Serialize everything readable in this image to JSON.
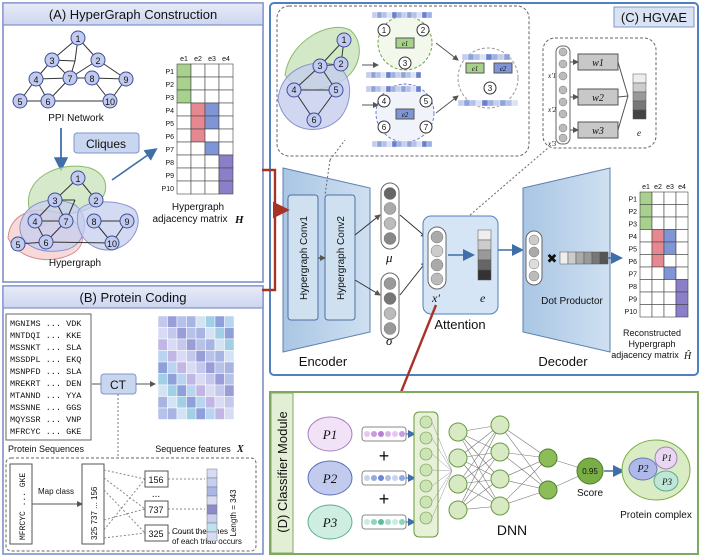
{
  "panels": {
    "a": "(A) HyperGraph Construction",
    "b": "(B) Protein Coding",
    "c": "(C) HGVAE",
    "d": "(D) Classifier Module"
  },
  "graph": {
    "nodes": [
      "1",
      "2",
      "3",
      "4",
      "5",
      "6",
      "7",
      "8",
      "9",
      "10"
    ],
    "ppi_label": "PPI Network",
    "cliques_label": "Cliques",
    "hypergraph_label": "Hypergraph"
  },
  "matrix": {
    "col_headers": [
      "e1",
      "e2",
      "e3",
      "e4"
    ],
    "row_headers": [
      "P1",
      "P2",
      "P3",
      "P4",
      "P5",
      "P6",
      "P7",
      "P8",
      "P9",
      "P10"
    ],
    "caption_1": "Hypergraph",
    "caption_2": "adjacency matrix",
    "caption_symbol": "H",
    "colors": {
      "green": "#a9d18e",
      "red": "#e6888f",
      "blue": "#7f95d6",
      "violet": "#8a7fc8"
    }
  },
  "protein": {
    "sequences": [
      "MGNIMS ... VDK",
      "MNTDQI ... KKE",
      "MSSNKT ... SLA",
      "MSSDPL ... EKQ",
      "MSNPFD ... SLA",
      "MREKRT ... DEN",
      "MTANND ... YYA",
      "MSSNNE ... GGS",
      "MQYSSR ... VNP",
      "MFRCYC ... GKE"
    ],
    "sequences_caption": "Protein Sequences",
    "ct_label": "CT",
    "features_caption": "Sequence features",
    "features_symbol": "X",
    "seq_vertical": "MFRCYC ... GKE",
    "map_class": "Map class",
    "classes_vertical": "325 737 ... 156",
    "class_values": [
      "156",
      "737",
      "325"
    ],
    "ellipsis": "...",
    "count_line1": "Count the times",
    "count_line2": "of each triad occurs",
    "length_label": "Length = 343"
  },
  "hgvae": {
    "encoder": "Encoder",
    "conv1": "Hypergraph Conv1",
    "conv2": "Hypergraph Conv2",
    "mu": "μ",
    "sigma": "σ",
    "attention": "Attention",
    "x_prime": "x'",
    "e_symbol": "e",
    "decoder": "Decoder",
    "dot_product": "Dot Productor",
    "weights": [
      "w1",
      "w2",
      "w3"
    ],
    "feature_labels": [
      "x'1",
      "x'2",
      "x'3"
    ],
    "inset_nodes": [
      "1",
      "2",
      "3",
      "4",
      "5",
      "6",
      "7"
    ],
    "edge_labels": [
      "e1",
      "e2"
    ],
    "reconstructed_1": "Reconstructed",
    "reconstructed_2": "Hypergraph",
    "reconstructed_3": "adjacency matrix",
    "reconstructed_symbol": "Ĥ"
  },
  "classifier": {
    "proteins": [
      "P1",
      "P2",
      "P3"
    ],
    "plus": "+",
    "dnn": "DNN",
    "score_value": "0.95",
    "score_label": "Score",
    "complex_label": "Protein complex"
  }
}
